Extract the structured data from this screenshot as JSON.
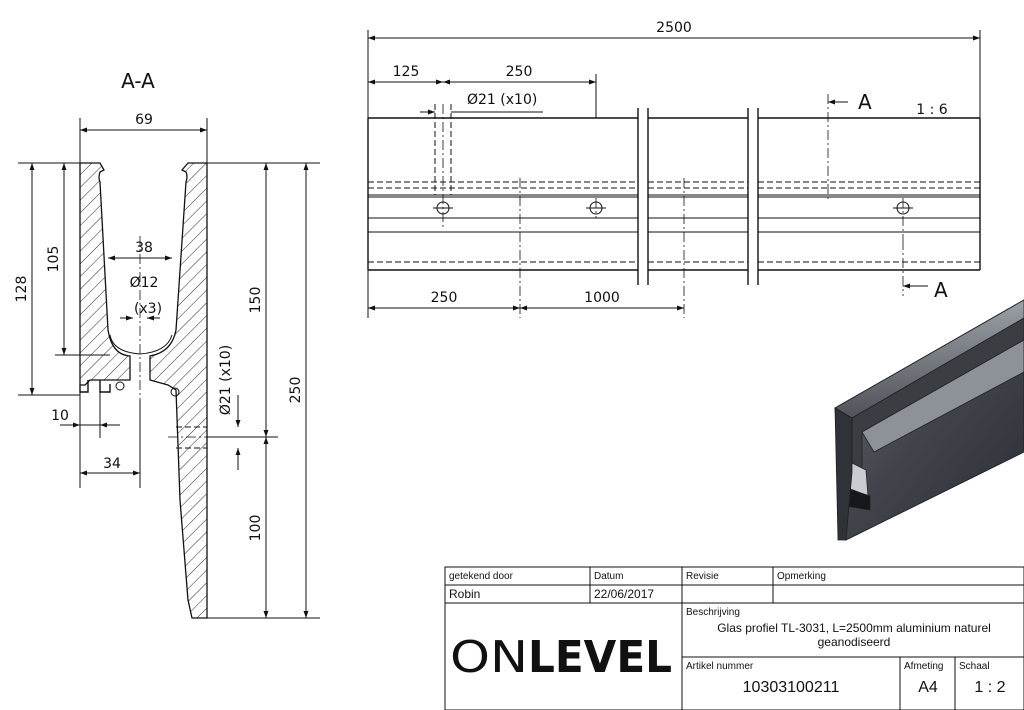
{
  "section": {
    "label": "A-A",
    "dims": {
      "width_top": "69",
      "height_128": "128",
      "height_105": "105",
      "channel_38": "38",
      "bolt_hole": "Ø12",
      "bolt_hole_count": "(x3)",
      "hole_21": "Ø21 (x10)",
      "flange_10": "10",
      "flange_34": "34",
      "height_150": "150",
      "height_250": "250",
      "height_100": "100"
    }
  },
  "elevation": {
    "scale": "1 : 6",
    "section_marker_top": "A",
    "section_marker_bottom": "A",
    "dims": {
      "overall": "2500",
      "first_offset": "125",
      "pitch_top": "250",
      "holes": "Ø21 (x10)",
      "bottom_first": "250",
      "bottom_pitch": "1000"
    }
  },
  "title_block": {
    "drawn_by_label": "getekend door",
    "drawn_by_value": "Robin",
    "date_label": "Datum",
    "date_value": "22/06/2017",
    "revision_label": "Revisie",
    "remark_label": "Opmerking",
    "description_label": "Beschrijving",
    "description_line1": "Glas profiel TL-3031, L=2500mm aluminium naturel",
    "description_line2": "geanodiseerd",
    "article_label": "Artikel nummer",
    "article_value": "10303100211",
    "format_label": "Afmeting",
    "format_value": "A4",
    "scale_label": "Schaal",
    "scale_value": "1 : 2",
    "logo_text_on": "ON",
    "logo_text_level": "LEVEL"
  }
}
